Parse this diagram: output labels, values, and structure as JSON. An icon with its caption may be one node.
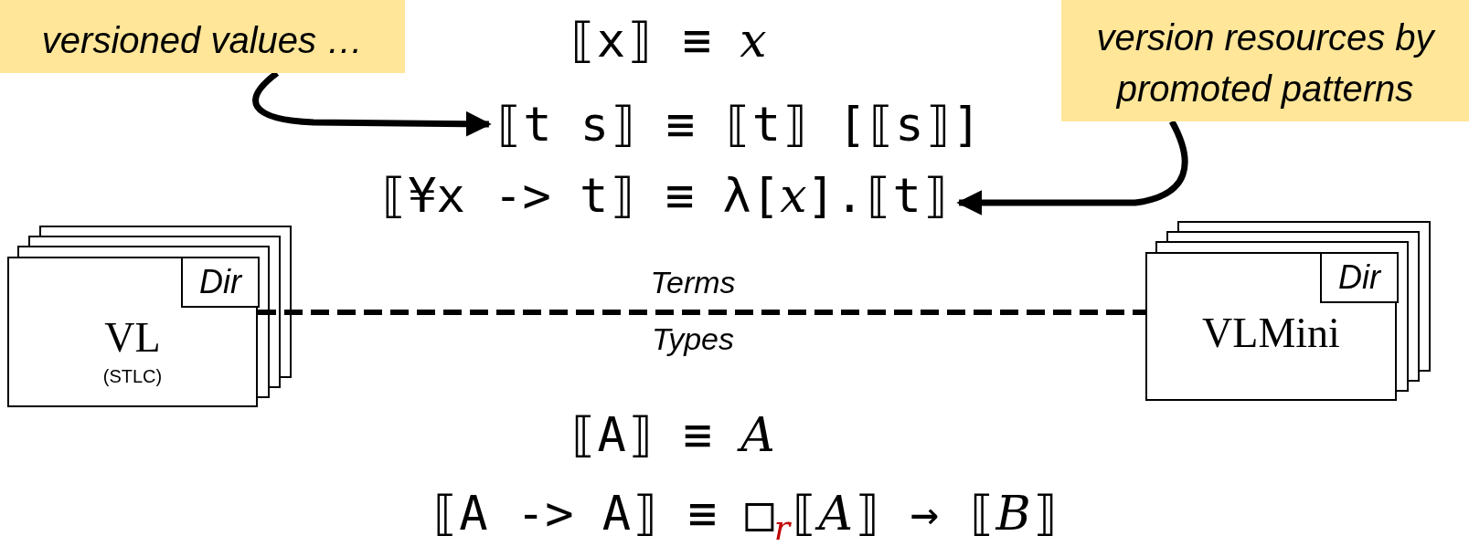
{
  "diagram": {
    "nodes": [
      {
        "text": [
          "versioned values …"
        ]
      },
      {
        "text": [
          "version resources by promoted patterns"
        ]
      },
      {
        "text": [
          "⟦t s⟧ ≡ ⟦t⟧ [⟦s⟧]"
        ]
      },
      {
        "text": [
          "⟦¥x -> t⟧ ≡ λ[*x*].⟦t⟧"
        ]
      },
      {
        "text": [
          "VL",
          "(STLC)"
        ]
      },
      {
        "text": [
          "Dir"
        ],
        "in": 4
      },
      {
        "text": [
          "VLMini"
        ]
      },
      {
        "text": [
          "Dir"
        ],
        "in": 6
      }
    ],
    "edges": [
      {
        "from": 0,
        "to": 2,
        "arrow": "to"
      },
      {
        "from": 1,
        "to": 3,
        "arrow": "to"
      },
      {
        "from": 4,
        "to": 6,
        "arrow": "none",
        "style": "dashed"
      }
    ],
    "labels": [
      "⟦x⟧ ≡ *x*",
      "Terms",
      "Types",
      "⟦A⟧ ≡ *A*",
      "⟦A -> A⟧ ≡ □$_{r}$⟦*A*⟧ → ⟦*B*⟧"
    ]
  }
}
